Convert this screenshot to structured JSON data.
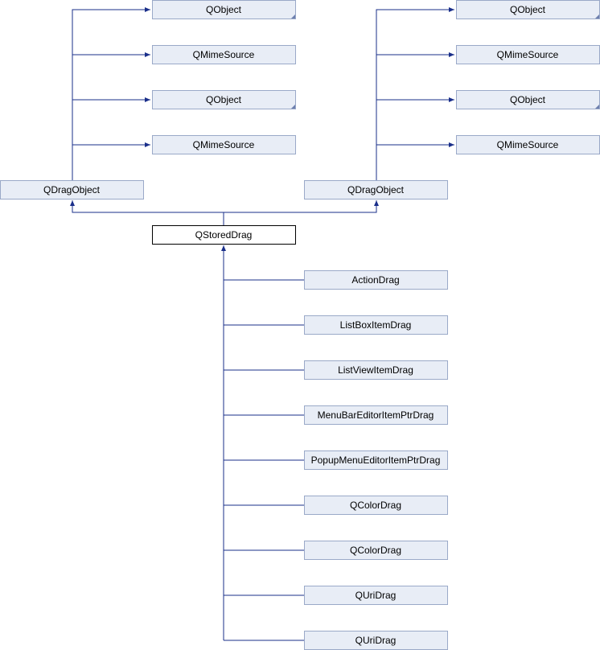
{
  "diagram": {
    "type": "class-inheritance-graph",
    "colors": {
      "edge": "#1a2f8a",
      "node_fill": "#e8edf6",
      "node_border": "#9aa9c8",
      "current_border": "#000000"
    },
    "nodes": {
      "qobject_l1": {
        "label": "QObject",
        "has_more": true
      },
      "qmimesource_l1": {
        "label": "QMimeSource"
      },
      "qobject_l2": {
        "label": "QObject",
        "has_more": true
      },
      "qmimesource_l2": {
        "label": "QMimeSource"
      },
      "qobject_r1": {
        "label": "QObject",
        "has_more": true
      },
      "qmimesource_r1": {
        "label": "QMimeSource"
      },
      "qobject_r2": {
        "label": "QObject",
        "has_more": true
      },
      "qmimesource_r2": {
        "label": "QMimeSource"
      },
      "qdragobject_l": {
        "label": "QDragObject"
      },
      "qdragobject_r": {
        "label": "QDragObject"
      },
      "qstoreddrag": {
        "label": "QStoredDrag",
        "current": true
      },
      "actiondrag": {
        "label": "ActionDrag"
      },
      "listboxitemdrag": {
        "label": "ListBoxItemDrag"
      },
      "listviewitemdrag": {
        "label": "ListViewItemDrag"
      },
      "menubareditoritemptrdrag": {
        "label": "MenuBarEditorItemPtrDrag"
      },
      "popupmenueditoritemptrdrag": {
        "label": "PopupMenuEditorItemPtrDrag"
      },
      "qcolordrag_1": {
        "label": "QColorDrag"
      },
      "qcolordrag_2": {
        "label": "QColorDrag"
      },
      "qurIdrag_1": {
        "label": "QUriDrag"
      },
      "qurIdrag_2": {
        "label": "QUriDrag"
      }
    },
    "edges": [
      {
        "from": "qdragobject_l",
        "to": "qobject_l1"
      },
      {
        "from": "qdragobject_l",
        "to": "qmimesource_l1"
      },
      {
        "from": "qdragobject_l",
        "to": "qobject_l2"
      },
      {
        "from": "qdragobject_l",
        "to": "qmimesource_l2"
      },
      {
        "from": "qdragobject_r",
        "to": "qobject_r1"
      },
      {
        "from": "qdragobject_r",
        "to": "qmimesource_r1"
      },
      {
        "from": "qdragobject_r",
        "to": "qobject_r2"
      },
      {
        "from": "qdragobject_r",
        "to": "qmimesource_r2"
      },
      {
        "from": "qstoreddrag",
        "to": "qdragobject_l"
      },
      {
        "from": "qstoreddrag",
        "to": "qdragobject_r"
      },
      {
        "from": "actiondrag",
        "to": "qstoreddrag"
      },
      {
        "from": "listboxitemdrag",
        "to": "qstoreddrag"
      },
      {
        "from": "listviewitemdrag",
        "to": "qstoreddrag"
      },
      {
        "from": "menubareditoritemptrdrag",
        "to": "qstoreddrag"
      },
      {
        "from": "popupmenueditoritemptrdrag",
        "to": "qstoreddrag"
      },
      {
        "from": "qcolordrag_1",
        "to": "qstoreddrag"
      },
      {
        "from": "qcolordrag_2",
        "to": "qstoreddrag"
      },
      {
        "from": "qurIdrag_1",
        "to": "qstoreddrag"
      },
      {
        "from": "qurIdrag_2",
        "to": "qstoreddrag"
      }
    ]
  }
}
